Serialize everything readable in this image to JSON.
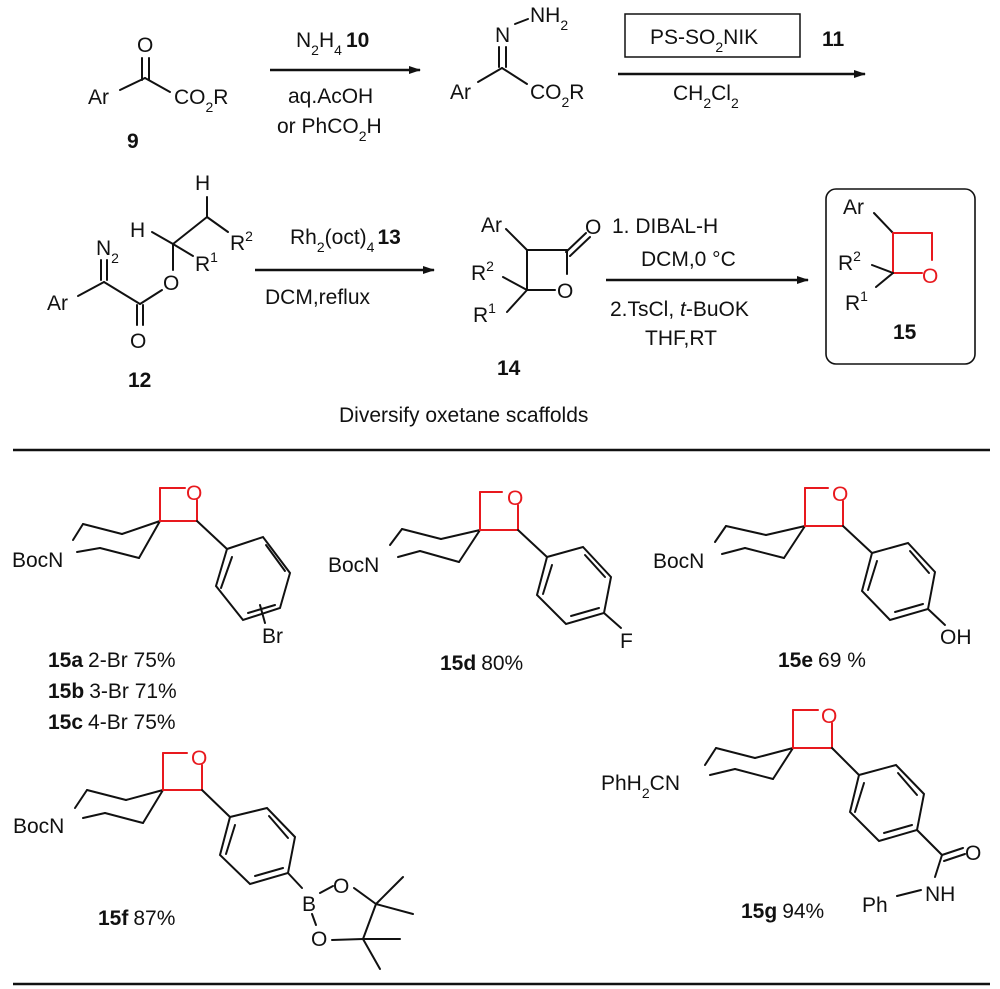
{
  "colors": {
    "oxetane_ring": "#e8191e",
    "ink": "#111111",
    "background": "#ffffff"
  },
  "scheme": {
    "step1": {
      "reactant_label": "9",
      "reactant_atoms": {
        "carbonyl_O": "O",
        "aryl": "Ar",
        "ester": "CO",
        "ester_sub": "2",
        "ester_R": "R"
      },
      "reagent_above": "N",
      "reagent_above_sub1": "2",
      "reagent_above_h": "H",
      "reagent_above_sub2": "4",
      "reagent_above_number": "10",
      "reagent_below_1": "aq.AcOH",
      "reagent_below_2_pre": "or PhCO",
      "reagent_below_2_sub": "2",
      "reagent_below_2_post": "H",
      "hydrazone_atoms": {
        "N": "N",
        "NH": "NH",
        "NH_sub": "2",
        "aryl": "Ar",
        "ester": "CO",
        "ester_sub": "2",
        "ester_R": "R"
      }
    },
    "step2": {
      "boxed_reagent_pre": "PS-SO",
      "boxed_reagent_sub": "2",
      "boxed_reagent_post": "NIK",
      "reagent_number": "11",
      "solvent_pre": "CH",
      "solvent_sub1": "2",
      "solvent_mid": "Cl",
      "solvent_sub2": "2"
    },
    "step3": {
      "diazo_label": "12",
      "diazo_atoms": {
        "N": "N",
        "N_sub": "2",
        "H1": "H",
        "H2": "H",
        "R2": "R",
        "R2_sup": "2",
        "R1": "R",
        "R1_sup": "1",
        "O_ester": "O",
        "O_carbonyl": "O",
        "aryl": "Ar"
      },
      "catalyst_pre": "Rh",
      "catalyst_sub1": "2",
      "catalyst_mid": "(oct)",
      "catalyst_sub2": "4",
      "catalyst_number": "13",
      "conditions": "DCM,reflux"
    },
    "step4": {
      "lactone_label": "14",
      "lactone_atoms": {
        "aryl": "Ar",
        "R2": "R",
        "R2_sup": "2",
        "R1": "R",
        "R1_sup": "1",
        "O_carbonyl": "O",
        "O_ring": "O"
      },
      "cond_line1": "1. DIBAL-H",
      "cond_line2": "DCM,0 °C",
      "cond_line3_pre": "2.TsCl, ",
      "cond_line3_italic": "t",
      "cond_line3_post": "-BuOK",
      "cond_line4": "THF,RT"
    },
    "product": {
      "label": "15",
      "atoms": {
        "aryl": "Ar",
        "R2": "R",
        "R2_sup": "2",
        "R1": "R",
        "R1_sup": "1",
        "O_ring": "O"
      }
    },
    "caption": "Diversify oxetane scaffolds"
  },
  "examples": [
    {
      "id": "15a",
      "detail": "2-Br 75%"
    },
    {
      "id": "15b",
      "detail": "3-Br 71%"
    },
    {
      "id": "15c",
      "detail": "4-Br 75%"
    },
    {
      "id": "15d",
      "detail": "80%"
    },
    {
      "id": "15e",
      "detail": "69 %"
    },
    {
      "id": "15f",
      "detail": "87%"
    },
    {
      "id": "15g",
      "detail": "94%"
    }
  ],
  "example_atoms": {
    "boc_n": "BocN",
    "bn_n_pre": "PhH",
    "bn_n_sub": "2",
    "bn_n_post": "CN",
    "O": "O",
    "Br": "Br",
    "F": "F",
    "OH": "OH",
    "B": "B",
    "NH": "NH",
    "Ph": "Ph"
  }
}
